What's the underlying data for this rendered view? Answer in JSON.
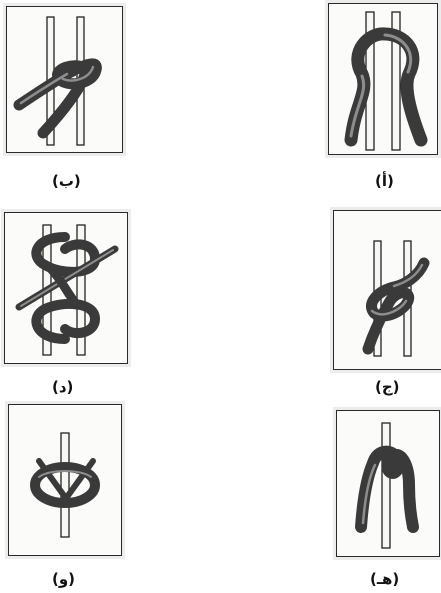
{
  "figures": [
    {
      "id": "a",
      "label": "(أ)",
      "icon": "rope-loop-over-two-rods-icon"
    },
    {
      "id": "b",
      "label": "(ب)",
      "icon": "rope-diagonal-knot-icon"
    },
    {
      "id": "c",
      "label": "(ج)",
      "icon": "rope-s-twist-knot-icon"
    },
    {
      "id": "d",
      "label": "(د)",
      "icon": "rope-figure-eight-lashing-icon"
    },
    {
      "id": "e",
      "label": "(هـ)",
      "icon": "rope-single-rod-hitch-icon"
    },
    {
      "id": "f",
      "label": "(و)",
      "icon": "rope-ring-with-crossed-rods-icon"
    }
  ],
  "colors": {
    "rope": "#3a3a3a",
    "rod": "#f7f7f4",
    "frame": "#2a2a2a"
  }
}
